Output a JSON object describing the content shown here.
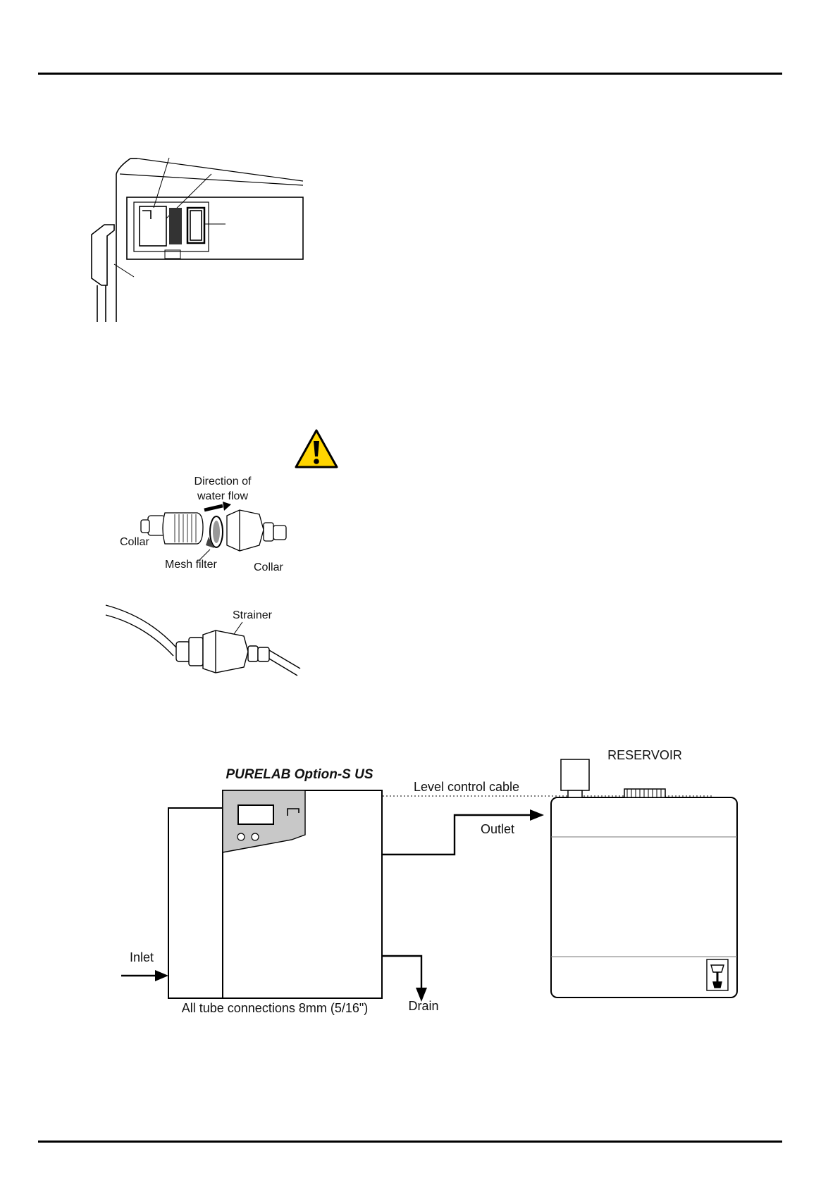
{
  "figure_strainer": {
    "flow_label_line1": "Direction of",
    "flow_label_line2": "water flow",
    "collar_left": "Collar",
    "collar_right": "Collar",
    "mesh_filter": "Mesh filter",
    "strainer": "Strainer"
  },
  "figure_installation": {
    "unit_title": "PURELAB Option-S US",
    "reservoir": "RESERVOIR",
    "level_cable": "Level control cable",
    "outlet": "Outlet",
    "inlet": "Inlet",
    "drain": "Drain",
    "tube_note": "All tube connections 8mm (5/16\")"
  },
  "colors": {
    "warning_fill": "#ffd500",
    "panel_fill": "#c8c8c8"
  }
}
